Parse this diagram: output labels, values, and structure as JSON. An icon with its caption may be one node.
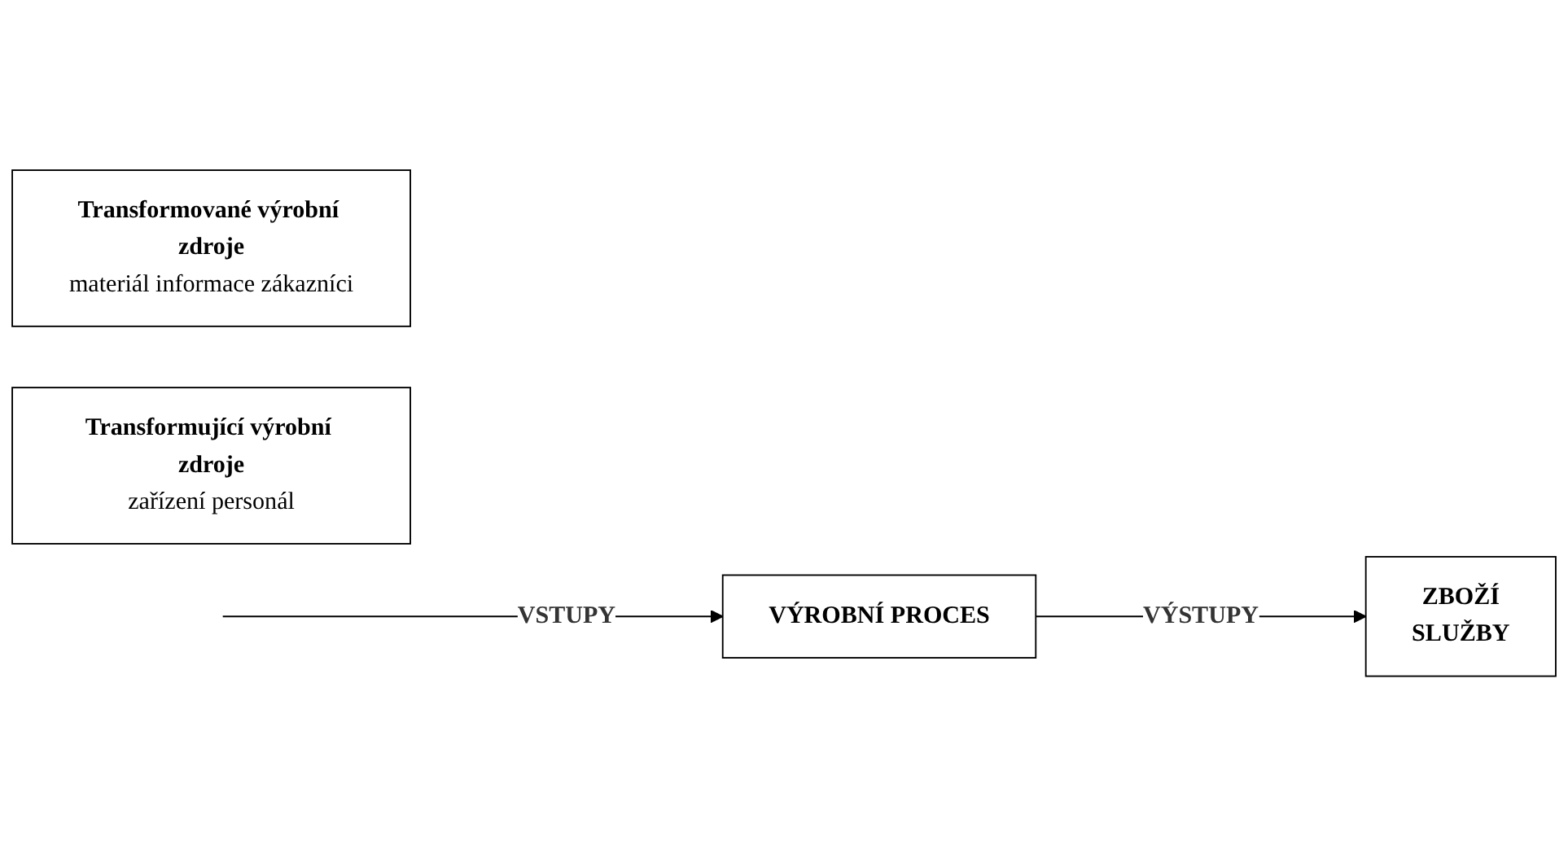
{
  "diagram": {
    "nodes": [
      {
        "text": [
          "Transformované výrobní zdroje",
          "materiál informace zákazníci"
        ]
      },
      {
        "text": [
          "VÝROBNÍ PROCES"
        ]
      },
      {
        "text": [
          "ZBOŽÍ",
          "SLUŽBY"
        ]
      },
      {
        "text": [
          "Transformující výrobní zdroje",
          "zařízení personál"
        ]
      }
    ],
    "edges": [
      {
        "from": null,
        "to": 1,
        "arrow": "to",
        "label": "VSTUPY"
      },
      {
        "from": 1,
        "to": 2,
        "arrow": "to",
        "label": "VÝSTUPY"
      }
    ]
  }
}
